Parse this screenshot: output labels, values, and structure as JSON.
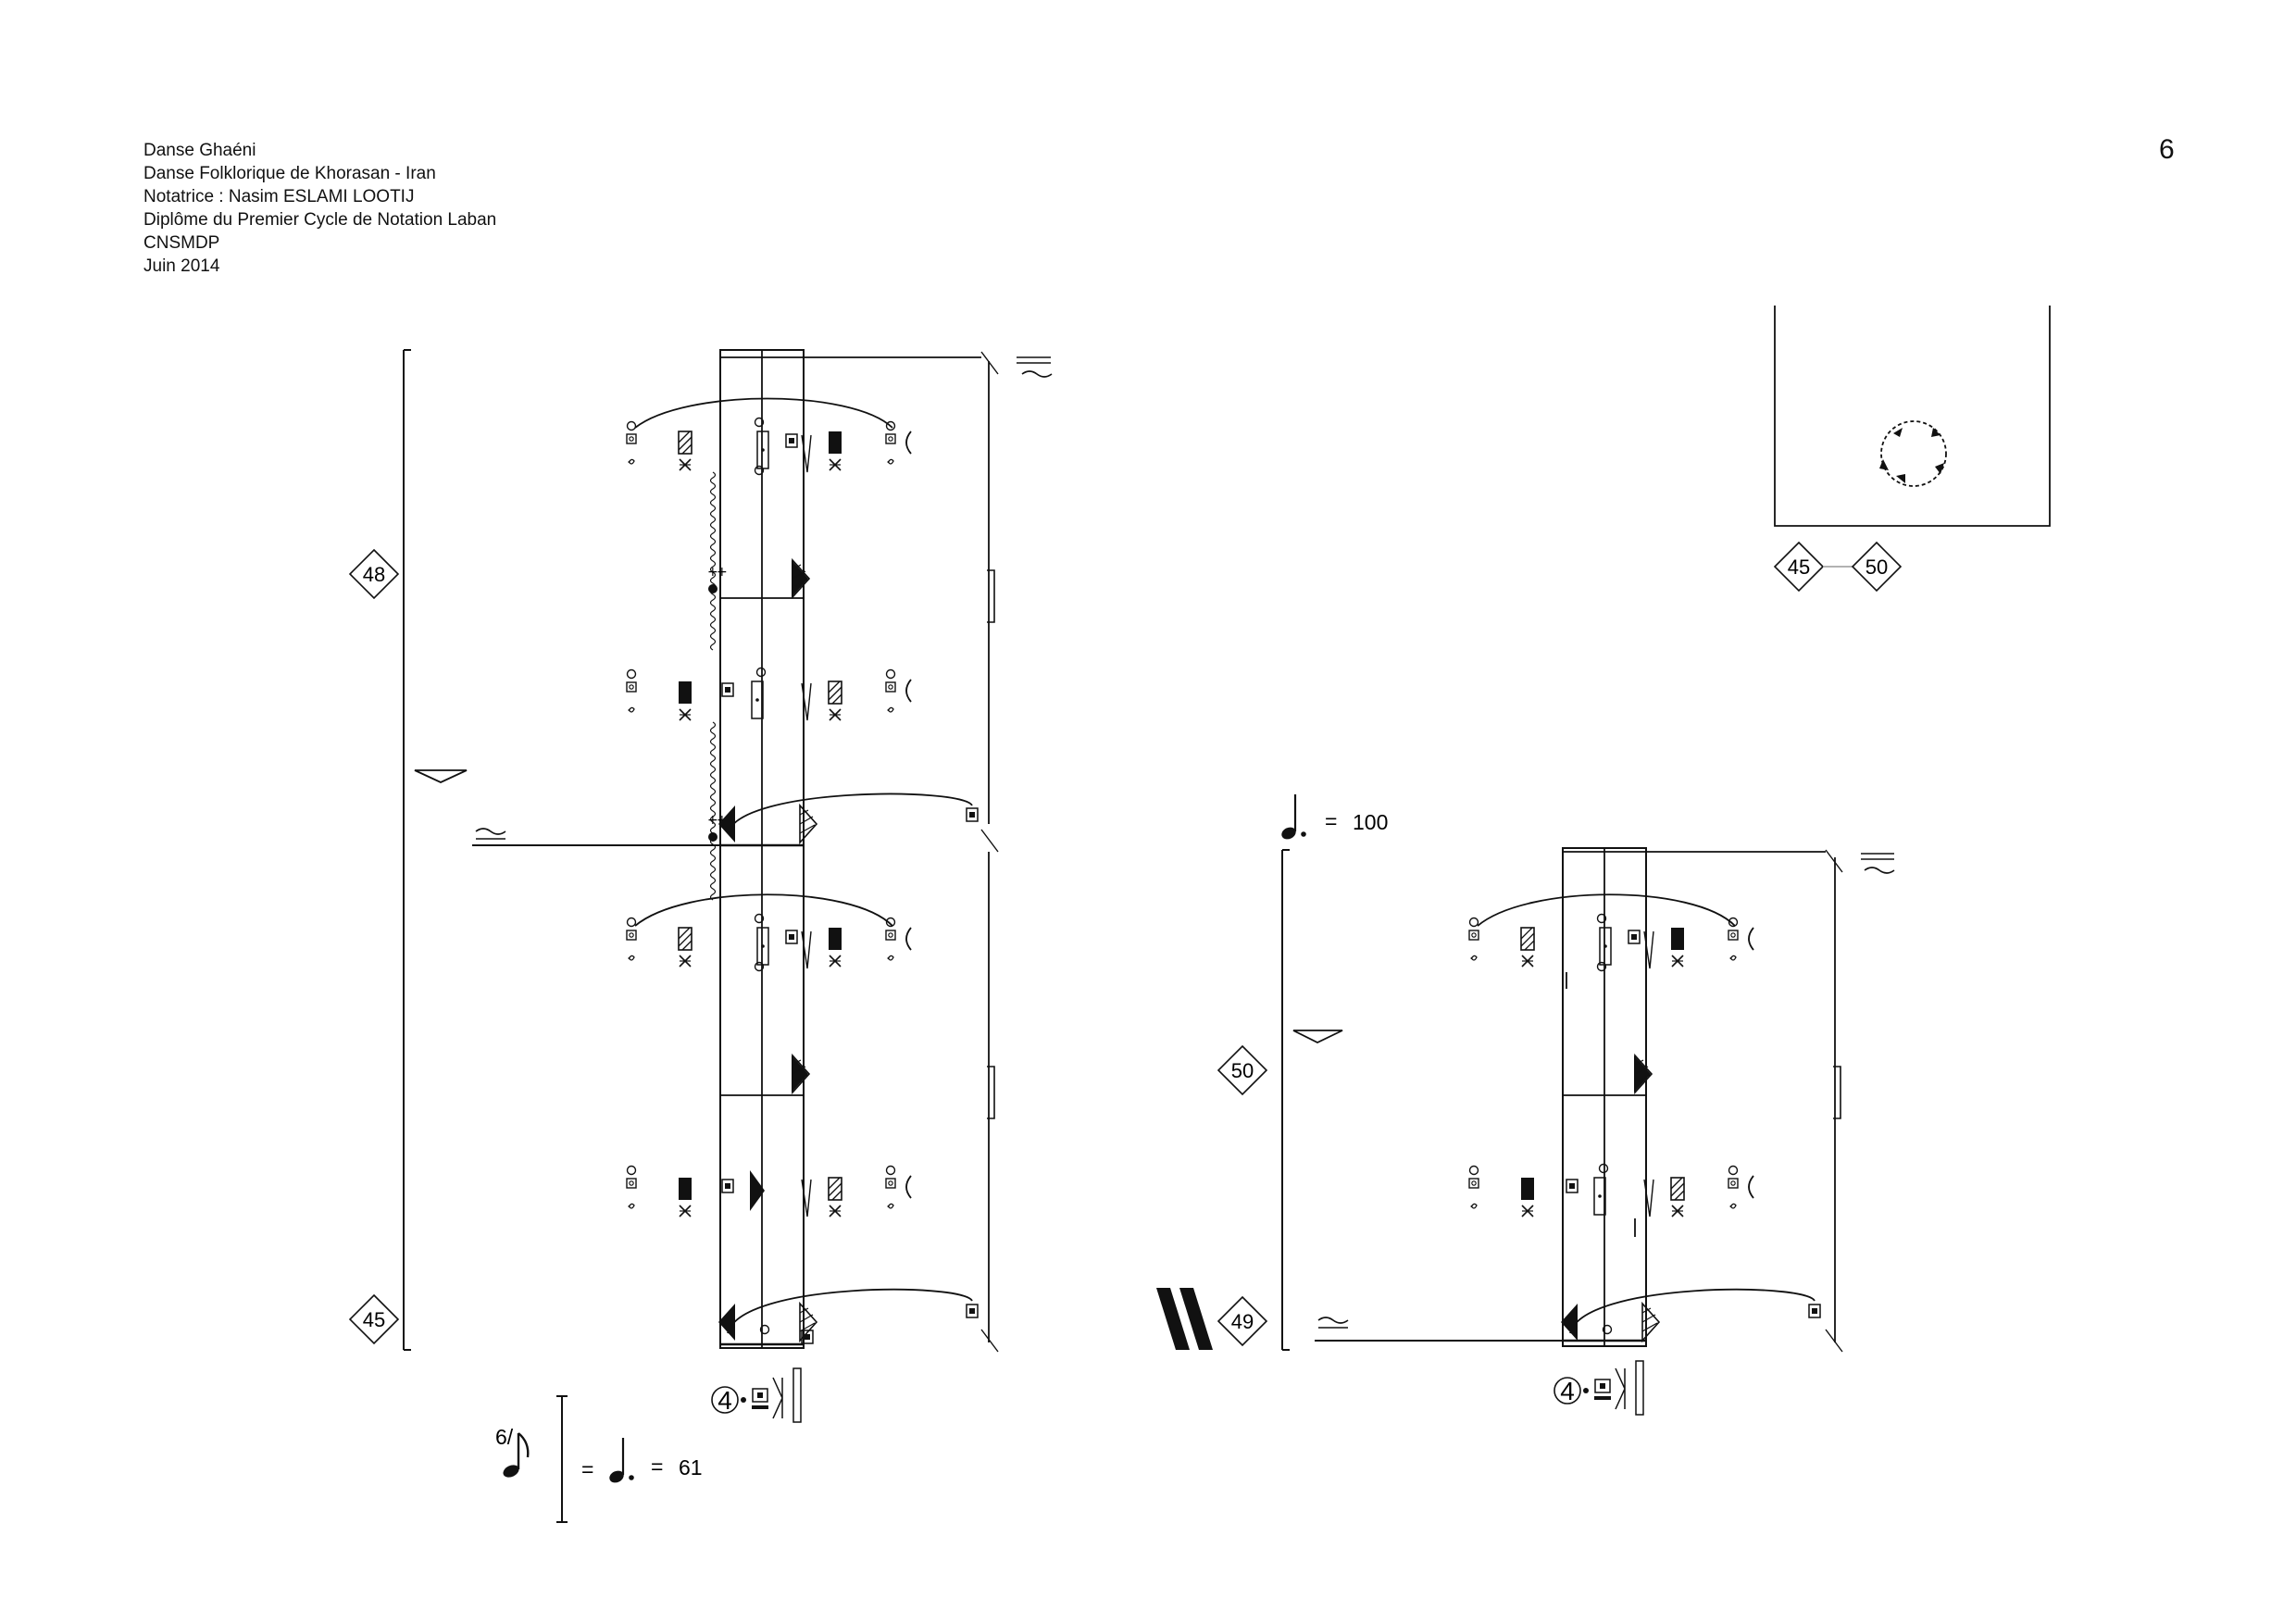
{
  "header": {
    "lines": [
      "Danse Ghaéni",
      "Danse Folklorique de Khorasan - Iran",
      "Notatrice : Nasim ESLAMI LOOTIJ",
      "Diplôme du Premier Cycle de Notation Laban",
      "CNSMDP",
      "Juin 2014"
    ]
  },
  "page_number": "6",
  "staff_left": {
    "measure_top": "48",
    "measure_bottom": "45",
    "pre_sign_number": "4"
  },
  "staff_right": {
    "measure_top": "50",
    "measure_bottom": "49",
    "pre_sign_number": "4"
  },
  "floor_plan": {
    "measure_from": "45",
    "measure_to": "50"
  },
  "tempo_right": {
    "equals": "=",
    "value": "100"
  },
  "tempo_bottom": {
    "meter": "6/",
    "equals_1": "=",
    "equals_2": "=",
    "value": "61"
  }
}
